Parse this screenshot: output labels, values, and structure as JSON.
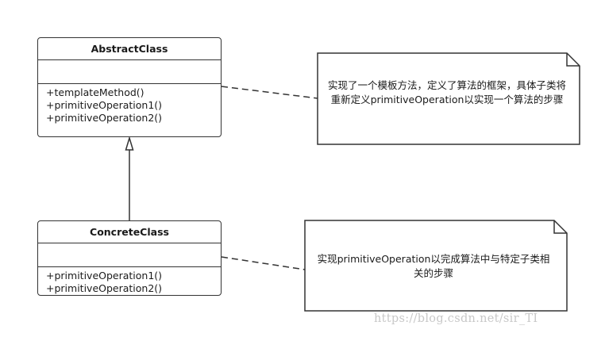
{
  "abstract_class": {
    "name": "AbstractClass",
    "operations": [
      "+templateMethod()",
      "+primitiveOperation1()",
      "+primitiveOperation2()"
    ]
  },
  "concrete_class": {
    "name": "ConcreteClass",
    "operations": [
      "+primitiveOperation1()",
      "+primitiveOperation2()"
    ]
  },
  "note_abstract": {
    "text": "实现了一个模板方法，定义了算法的框架，具体子类将重新定义primitiveOperation以实现一个算法的步骤"
  },
  "note_concrete": {
    "text": "实现primitiveOperation以完成算法中与特定子类相关的步骤"
  },
  "watermark": "https://blog.csdn.net/sir_TI",
  "colors": {
    "stroke": "#333333",
    "background": "#ffffff",
    "watermark": "#c8c8c8"
  }
}
